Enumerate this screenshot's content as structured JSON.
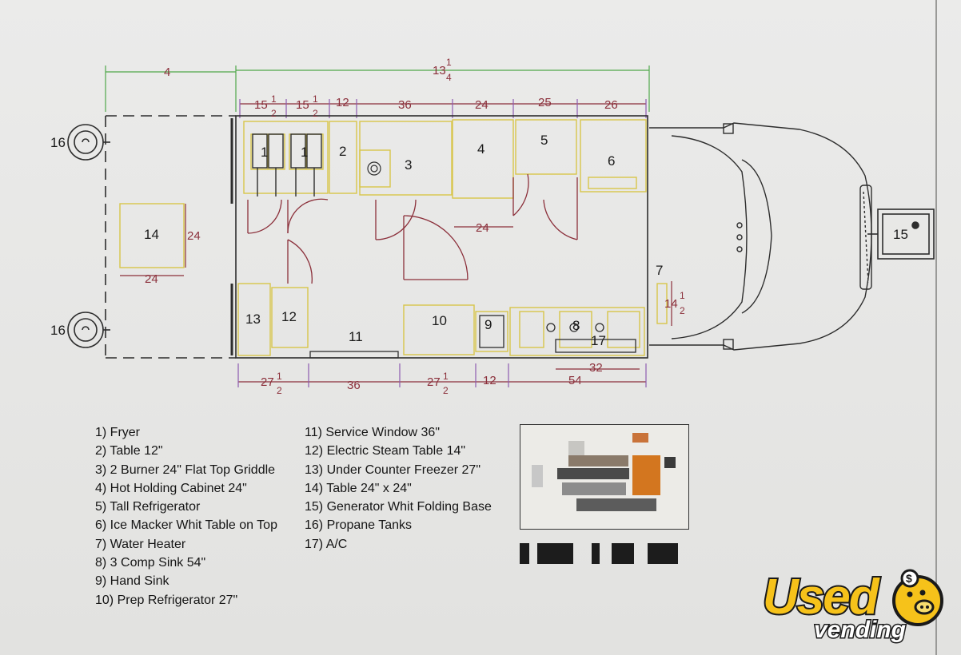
{
  "dimensions": {
    "top_left": "4",
    "top_total_whole": "13",
    "top_total_num": "1",
    "top_total_den": "4",
    "half_num": "1",
    "half_den": "2",
    "fifteen": "15",
    "twelve": "12",
    "thirty_six": "36",
    "twenty_four": "24",
    "twenty_five": "25",
    "twenty_six": "26",
    "twenty_four_mid": "24",
    "fourteen": "14",
    "table_w": "24",
    "table_h": "24",
    "bottom_27": "27",
    "bottom_36": "36",
    "bottom_27b": "27",
    "bottom_12": "12",
    "bottom_54": "54",
    "bottom_32": "32"
  },
  "numbers": {
    "n1a": "1",
    "n1b": "1",
    "n2": "2",
    "n3": "3",
    "n4": "4",
    "n5": "5",
    "n6": "6",
    "n7": "7",
    "n8": "8",
    "n9": "9",
    "n10": "10",
    "n11": "11",
    "n12": "12",
    "n13": "13",
    "n14": "14",
    "n15": "15",
    "n16a": "16",
    "n16b": "16",
    "n17": "17"
  },
  "legend_left": [
    "1) Fryer",
    "2) Table 12\"",
    "3) 2 Burner 24\" Flat Top Griddle",
    "4) Hot Holding Cabinet 24\"",
    "5) Tall Refrigerator",
    "6) Ice Macker Whit Table on Top",
    "7) Water Heater",
    "8) 3 Comp Sink 54\"",
    "9) Hand Sink",
    "10) Prep Refrigerator 27\""
  ],
  "legend_right": [
    "11) Service Window 36\"",
    "12) Electric Steam Table 14\"",
    "13) Under Counter Freezer 27\"",
    "14) Table 24\" x 24\"",
    "15) Generator Whit Folding Base",
    "16) Propane Tanks",
    "17) A/C"
  ],
  "logo": {
    "brand": "Used",
    "sub": "vending"
  },
  "colors": {
    "dimension": "#8b2f3a",
    "equipment": "#d8c54a",
    "green": "#4fa84a",
    "purple": "#8d5bb0",
    "wall": "#2d2d2d"
  }
}
